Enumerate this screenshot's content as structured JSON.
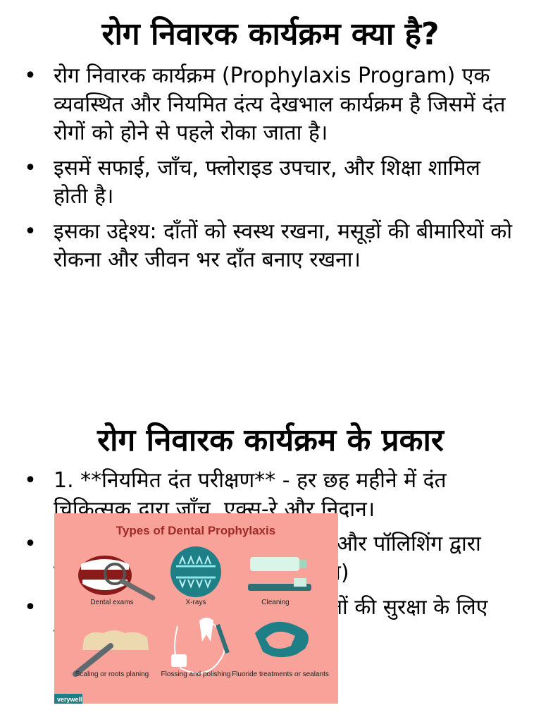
{
  "slide1": {
    "title": "रोग निवारक कार्यक्रम क्या है?",
    "bullets": [
      "रोग निवारक कार्यक्रम (Prophylaxis Program) एक व्यवस्थित और नियमित दंत्य देखभाल कार्यक्रम है जिसमें दंत रोगों को होने से पहले रोका जाता है।",
      "इसमें सफाई, जाँच, फ्लोराइड उपचार, और शिक्षा शामिल होती है।",
      "इसका उद्देश्य: दाँतों को स्वस्थ रखना, मसूड़ों की बीमारियों को रोकना और जीवन भर दाँत बनाए रखना।"
    ]
  },
  "slide2": {
    "title": "रोग निवारक कार्यक्रम के प्रकार",
    "bullets": [
      "1. **नियमित दंत परीक्षण** - हर छह महीने में दंत चिकित्सक द्वारा जाँच, एक्स-रे और निदान।",
      "2. **पेशेवर दंत सफाई** - स्केलिंग और पॉलिशिंग द्वारा प्लाक और टार्टर हटाना (प्रोफिलैक्सिस)",
      "3. **फ्लोराइड और सीलेंट्स** - दाँतों की सुरक्षा के लिए सतह पर परत लगाना।"
    ],
    "figure": {
      "title": "Types of Dental Prophylaxis",
      "items": [
        "Dental exams",
        "X-rays",
        "Cleaning",
        "Scaling or roots planing",
        "Flossing and polishing",
        "Fluoride treatments or sealants"
      ],
      "brand": "verywell",
      "background": "#f8a29a",
      "teal": "#1f7f86",
      "title_color": "#a02a22"
    }
  }
}
